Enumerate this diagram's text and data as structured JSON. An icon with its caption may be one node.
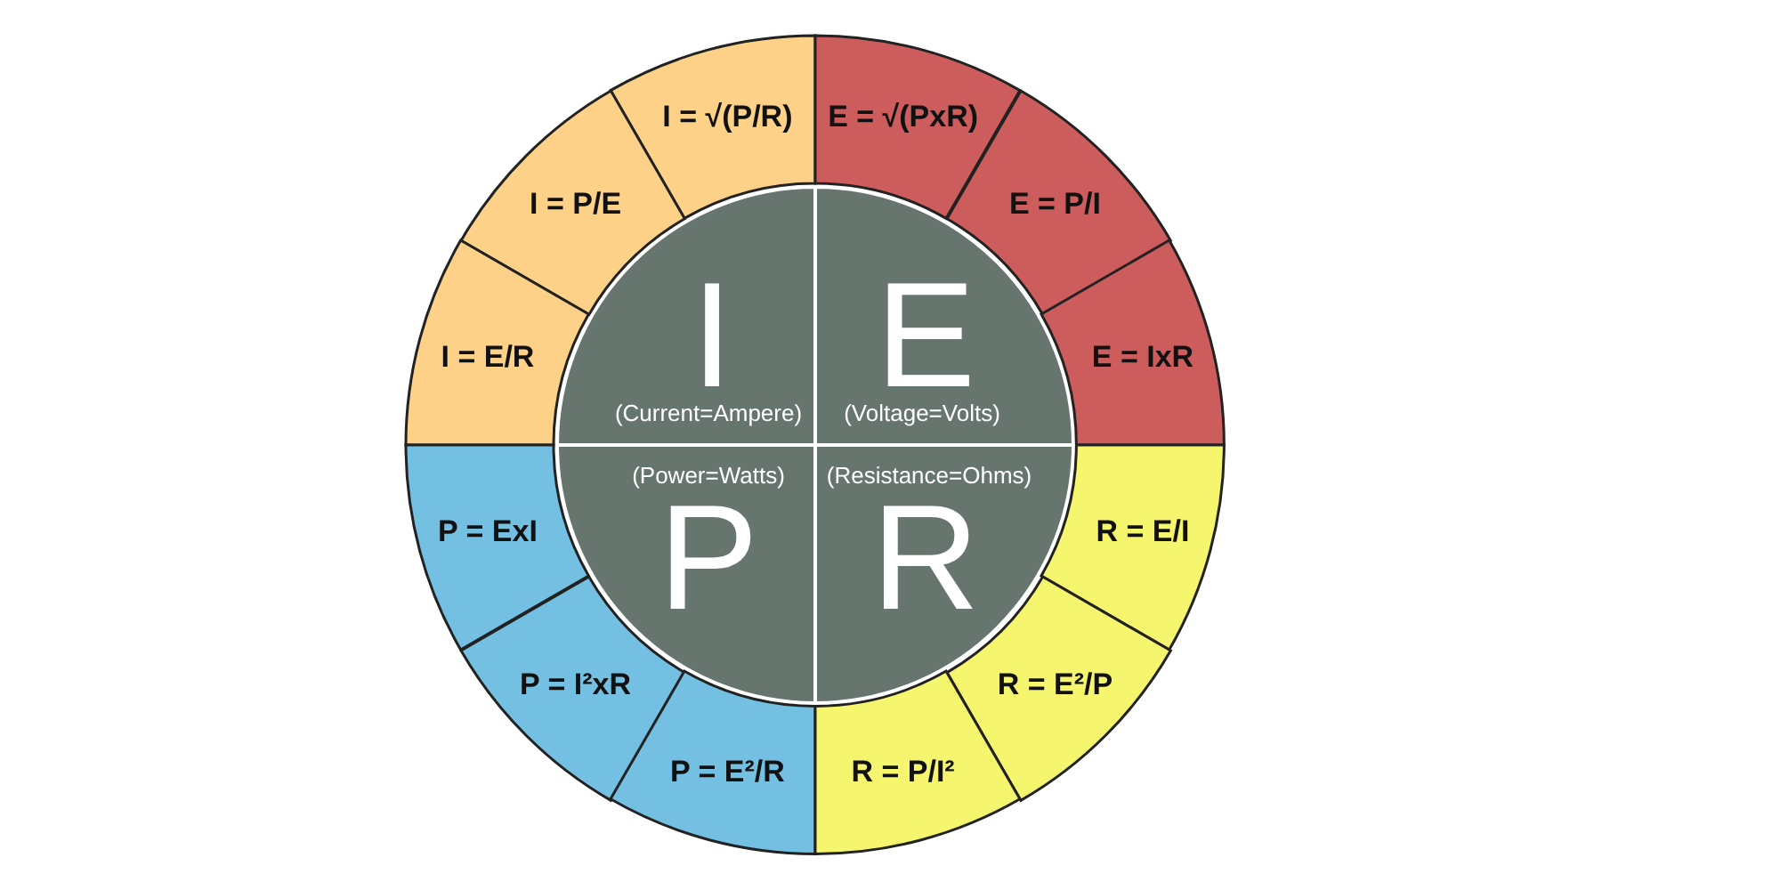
{
  "diagram": {
    "nodes": [
      {
        "text": [
          "I",
          "(Current=Ampere)"
        ]
      },
      {
        "text": [
          "I = √(P/R)"
        ]
      },
      {
        "text": [
          "I = P/E"
        ]
      },
      {
        "text": [
          "I = E/R"
        ]
      },
      {
        "text": [
          "E",
          "(Voltage=Volts)"
        ]
      },
      {
        "text": [
          "E = √(PxR)"
        ]
      },
      {
        "text": [
          "E = P/I"
        ]
      },
      {
        "text": [
          "E = IxR"
        ]
      },
      {
        "text": [
          "(Power=Watts)",
          "P"
        ]
      },
      {
        "text": [
          "P = ExI"
        ]
      },
      {
        "text": [
          "P = I²xR"
        ]
      },
      {
        "text": [
          "P = E²/R"
        ]
      },
      {
        "text": [
          "(Resistance=Ohms)",
          "R"
        ]
      },
      {
        "text": [
          "R = E/I"
        ]
      },
      {
        "text": [
          "R = E²/P"
        ]
      },
      {
        "text": [
          "R = P/I²"
        ]
      }
    ]
  }
}
